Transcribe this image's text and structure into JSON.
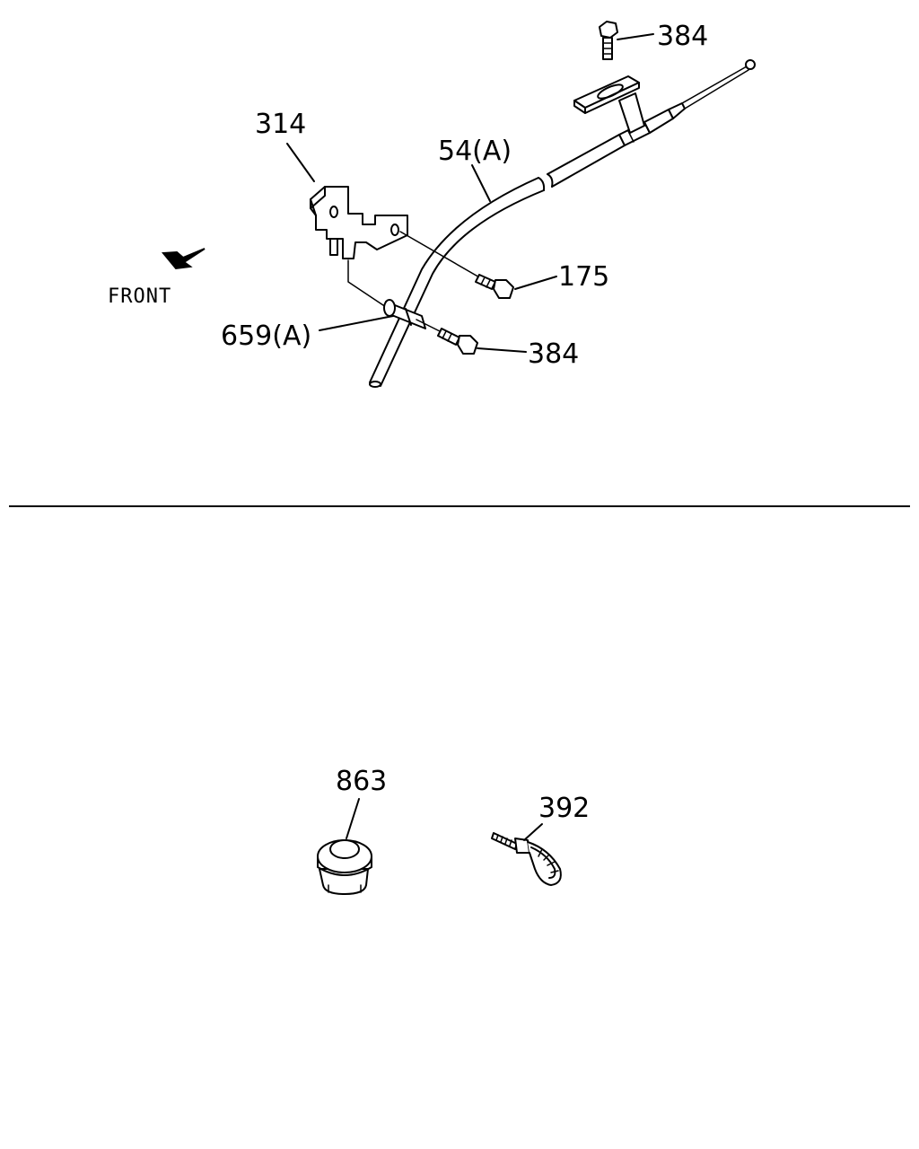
{
  "upper_section": {
    "direction_label": "FRONT",
    "callouts": {
      "bolt_top": "384",
      "bracket": "314",
      "cable": "54(A)",
      "bolt_middle": "175",
      "clip": "659(A)",
      "bolt_bottom": "384"
    }
  },
  "lower_section": {
    "callouts": {
      "grommet": "863",
      "cable_tie": "392"
    }
  }
}
